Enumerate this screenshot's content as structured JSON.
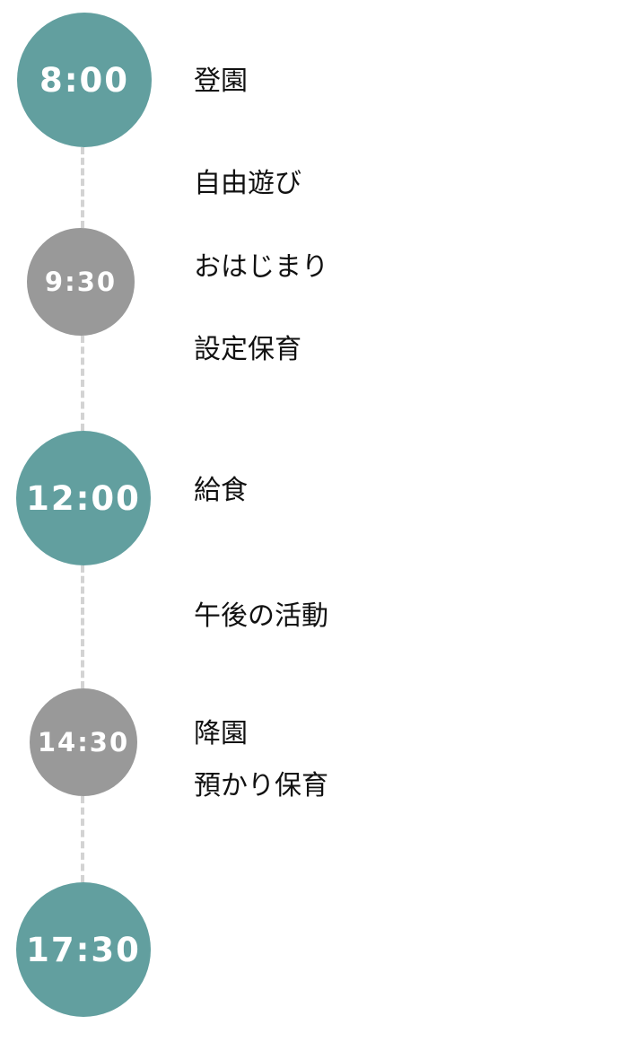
{
  "schedule": {
    "times": [
      {
        "label": "8:00",
        "kind": "major",
        "color": "#629f9f"
      },
      {
        "label": "9:30",
        "kind": "minor",
        "color": "#999999"
      },
      {
        "label": "12:00",
        "kind": "major",
        "color": "#629f9f"
      },
      {
        "label": "14:30",
        "kind": "minor",
        "color": "#999999"
      },
      {
        "label": "17:30",
        "kind": "major",
        "color": "#629f9f"
      }
    ],
    "activities": [
      "登園",
      "自由遊び",
      "おはじまり",
      "設定保育",
      "給食",
      "午後の活動",
      "降園",
      "預かり保育"
    ]
  }
}
